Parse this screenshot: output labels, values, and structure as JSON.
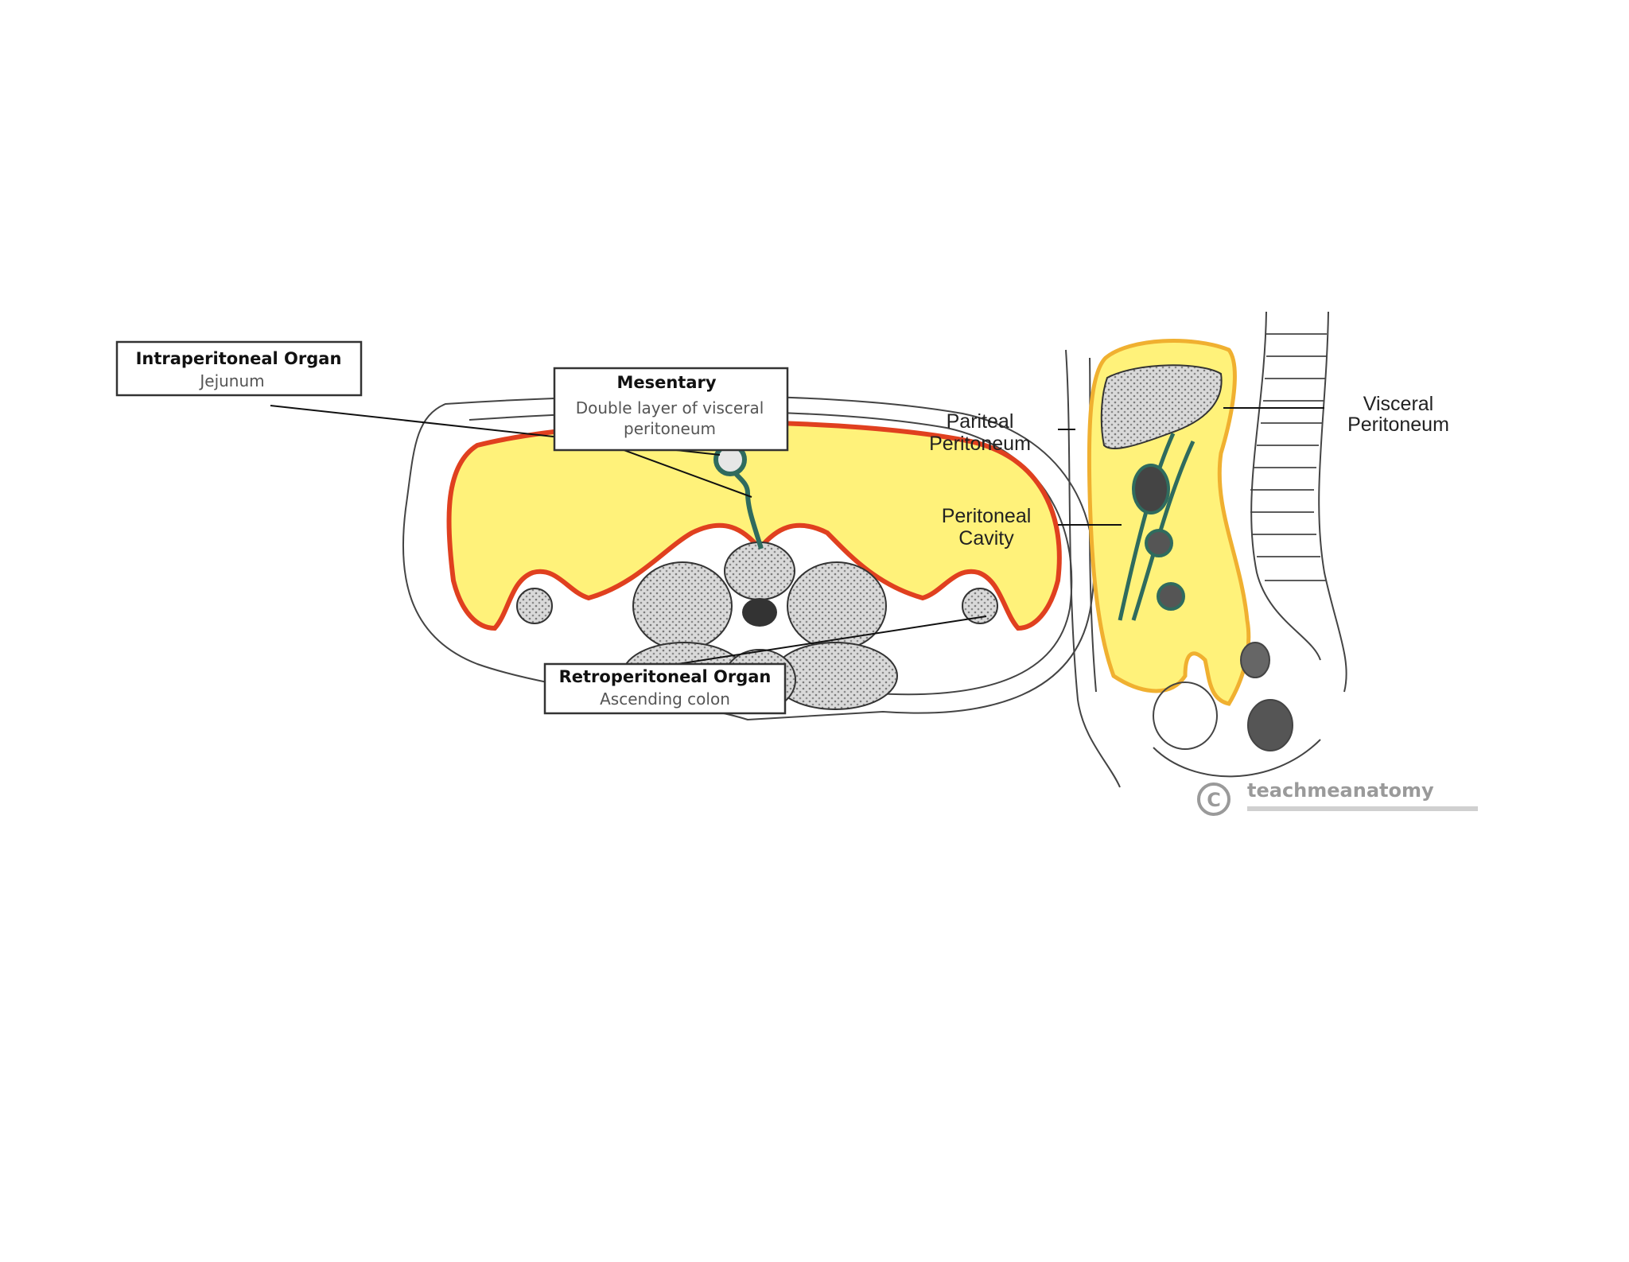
{
  "left_diagram": {
    "intraperitoneal": {
      "title": "Intraperitoneal Organ",
      "subtitle": "Jejunum"
    },
    "mesentary": {
      "title": "Mesentary",
      "line1": "Double layer of visceral",
      "line2": "peritoneum"
    },
    "retroperitoneal": {
      "title": "Retroperitoneal Organ",
      "subtitle": "Ascending colon"
    }
  },
  "right_diagram": {
    "parietal": {
      "line1": "Pariteal",
      "line2": "Peritoneum"
    },
    "cavity": {
      "line1": "Peritoneal",
      "line2": "Cavity"
    },
    "visceral": {
      "line1": "Visceral",
      "line2": "Peritoneum"
    },
    "watermark": {
      "text": "teachmeanatomy"
    }
  },
  "colors": {
    "cavity_yellow": "#fff27a",
    "parietal_red": "#e0401f",
    "mesentery_green": "#2f6b5e"
  }
}
